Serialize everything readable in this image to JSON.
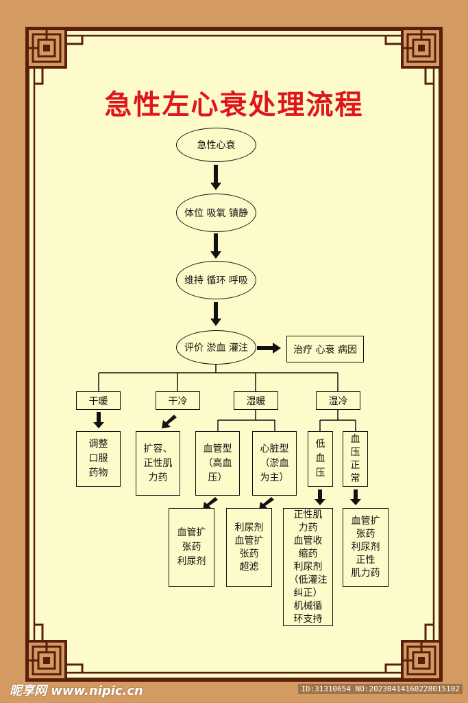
{
  "title": "急性左心衰处理流程",
  "steps": {
    "s1": "急性心衰",
    "s2": "体位 吸氧 镇静",
    "s3": "维持 循环 呼吸",
    "s4": "评价 淤血 灌注",
    "cause": "治疗 心衰 病因"
  },
  "categories": {
    "dry_warm": "干暖",
    "dry_cold": "干冷",
    "wet_warm": "湿暖",
    "wet_cold": "湿冷"
  },
  "boxes": {
    "dry_warm_tx": "调整\n口服\n药物",
    "dry_cold_tx": "扩容、\n正性肌\n力药",
    "vascular": "血管型\n（高血\n压）",
    "cardiac": "心脏型\n（淤血\n为主）",
    "low_bp": "低\n血\n压",
    "normal_bp": "血\n压\n正\n常",
    "vascular_tx": "血管扩\n张药\n利尿剂",
    "cardiac_tx": "利尿剂\n血管扩\n张药\n超滤",
    "low_bp_tx": "正性肌\n力药\n血管收\n缩药\n利尿剂\n（低灌注\n纠正）\n机械循\n环支持",
    "normal_bp_tx": "血管扩\n张药\n利尿剂\n正性\n肌力药"
  },
  "watermark": {
    "logo": "昵享网 www.nipic.cn",
    "id": "ID:31310654 NO:20230414160228015102"
  },
  "colors": {
    "outer_bg": "#d39a62",
    "panel": "#fdfbc9",
    "frame": "#5a1f0c",
    "title": "#e0141c"
  }
}
